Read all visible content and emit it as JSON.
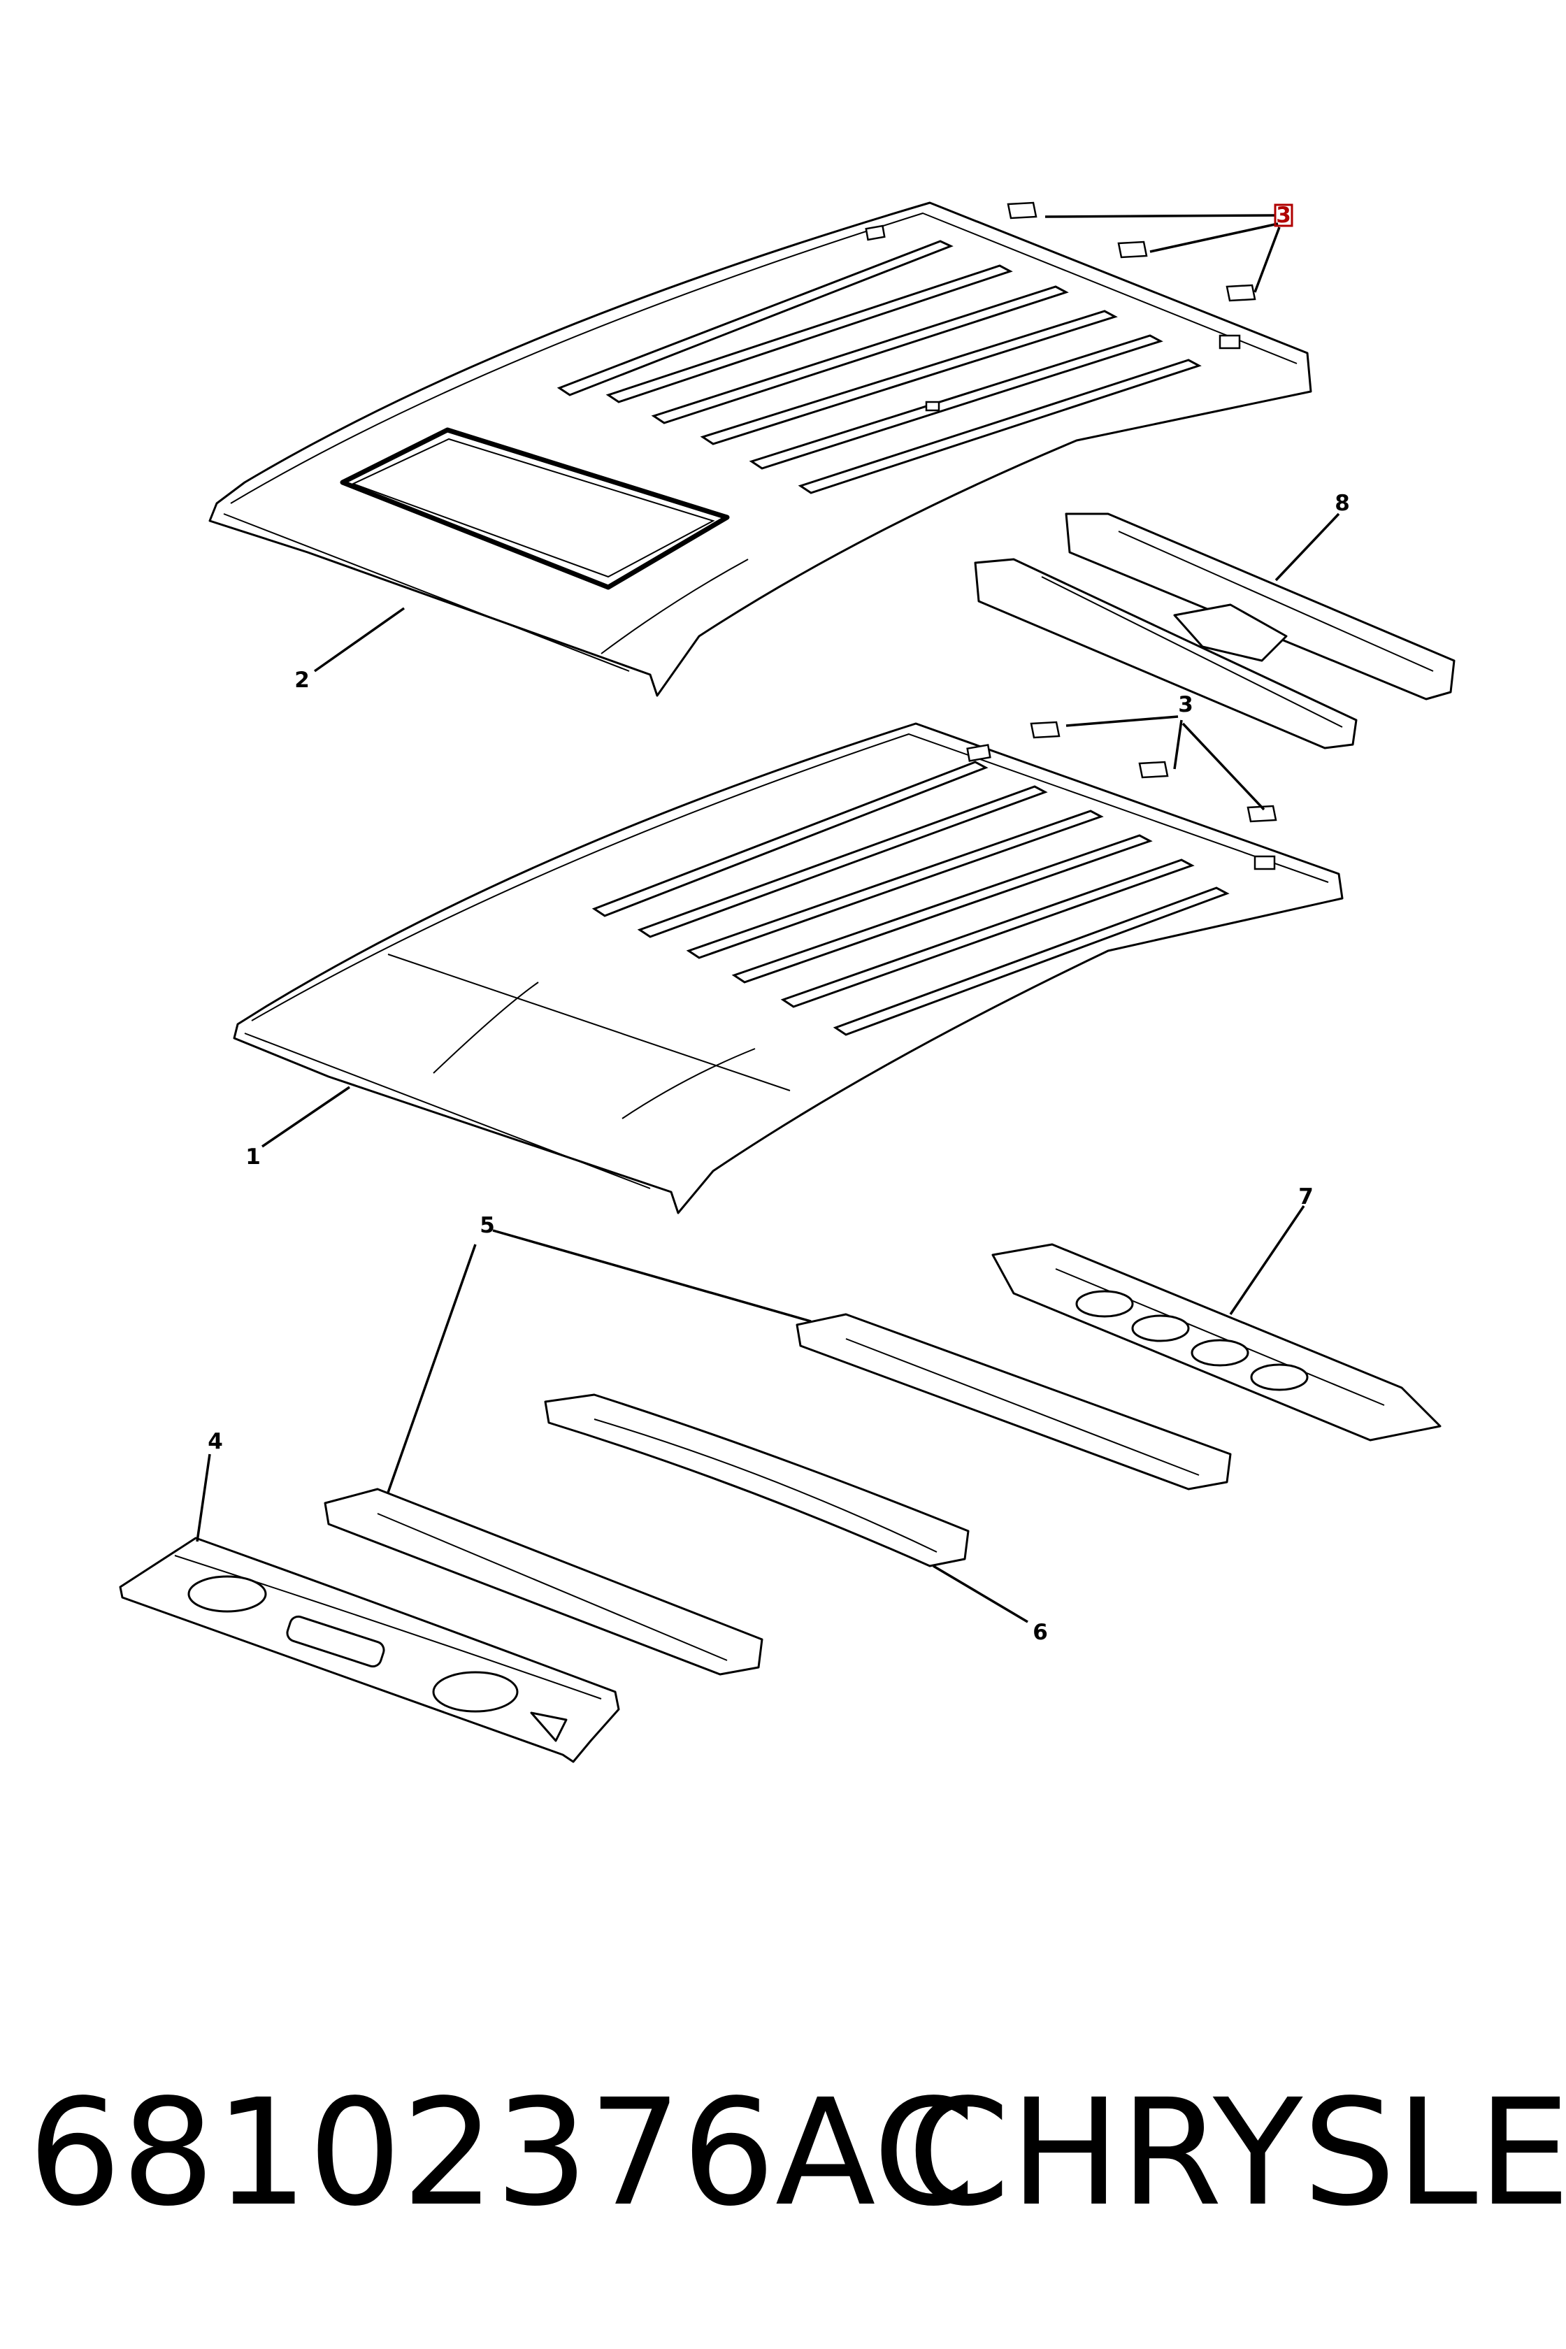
{
  "footer": {
    "part_number": "68102376AC",
    "brand": "CHRYSLER"
  },
  "callouts": [
    {
      "id": "c3a",
      "label": "3",
      "highlighted": true
    },
    {
      "id": "c8",
      "label": "8",
      "highlighted": false
    },
    {
      "id": "c2",
      "label": "2",
      "highlighted": false
    },
    {
      "id": "c3b",
      "label": "3",
      "highlighted": false
    },
    {
      "id": "c1",
      "label": "1",
      "highlighted": false
    },
    {
      "id": "c7",
      "label": "7",
      "highlighted": false
    },
    {
      "id": "c5",
      "label": "5",
      "highlighted": false
    },
    {
      "id": "c4",
      "label": "4",
      "highlighted": false
    },
    {
      "id": "c6",
      "label": "6",
      "highlighted": false
    }
  ],
  "colors": {
    "line": "#000000",
    "background": "#ffffff",
    "highlight": "#b00000"
  }
}
